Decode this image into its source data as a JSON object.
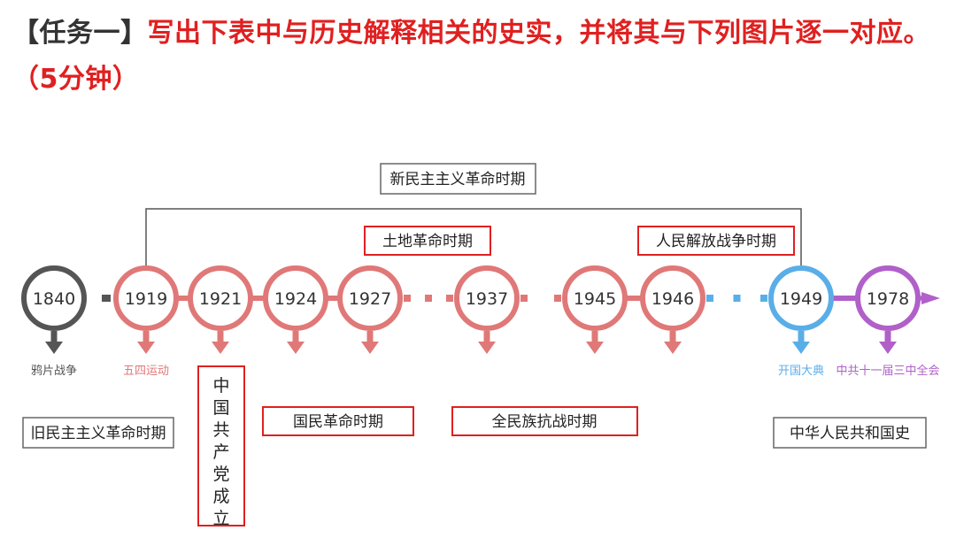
{
  "header": {
    "task_label": "【任务一】",
    "task_text": "写出下表中与历史解释相关的史实，并将其与下列图片逐一对应。",
    "time_note": "（5分钟）"
  },
  "colors": {
    "red": "#e02020",
    "gray": "#555555",
    "pink": "#e07878",
    "blue": "#5aaee8",
    "purple": "#b060c8",
    "box_gray": "#666666",
    "box_red": "#e02020"
  },
  "timeline": {
    "nodes": [
      {
        "year": "1840",
        "color": "gray"
      },
      {
        "year": "1919",
        "color": "pink"
      },
      {
        "year": "1921",
        "color": "pink"
      },
      {
        "year": "1924",
        "color": "pink"
      },
      {
        "year": "1927",
        "color": "pink"
      },
      {
        "year": "1937",
        "color": "pink"
      },
      {
        "year": "1945",
        "color": "pink"
      },
      {
        "year": "1946",
        "color": "pink"
      },
      {
        "year": "1949",
        "color": "blue"
      },
      {
        "year": "1978",
        "color": "purple"
      }
    ],
    "events": [
      {
        "text": "鸦片战争",
        "color": "gray"
      },
      {
        "text": "五四运动",
        "color": "pink"
      },
      {
        "text": "开国大典",
        "color": "blue"
      },
      {
        "text": "中共十一届三中全会",
        "color": "purple"
      }
    ]
  },
  "periods": {
    "new_democratic": "新民主主义革命时期",
    "land_revolution": "土地革命时期",
    "liberation_war": "人民解放战争时期",
    "old_democratic": "旧民主主义革命时期",
    "national_revolution": "国民革命时期",
    "anti_japanese": "全民族抗战时期",
    "prc_history": "中华人民共和国史",
    "cpc_founding": "中国共产党成立"
  }
}
